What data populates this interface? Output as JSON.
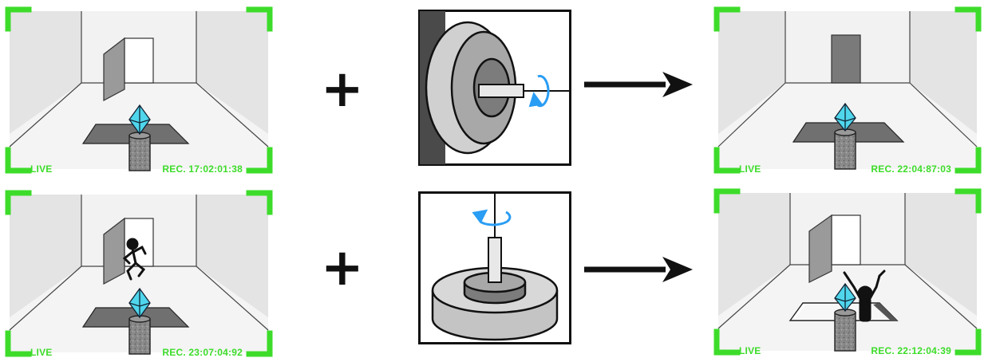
{
  "rows": [
    {
      "before": {
        "live": "LIVE",
        "rec": "REC.  17:02:01:38"
      },
      "operator": "+",
      "after": {
        "live": "LIVE",
        "rec": "REC.  22:04:87:03"
      }
    },
    {
      "before": {
        "live": "LIVE",
        "rec": "REC.  23:07:04:92"
      },
      "operator": "+",
      "after": {
        "live": "LIVE",
        "rec": "REC.  22:12:04:39"
      }
    }
  ],
  "colors": {
    "hud_corner": "#3ddc2a",
    "crystal": "#4fd6ec",
    "rotation_arrow": "#2a9df4",
    "room_wall": "#ececec"
  },
  "icons": [
    "plus-icon",
    "right-arrow-icon",
    "rotation-arrow-icon",
    "crystal-icon",
    "intruder-figure-icon"
  ]
}
